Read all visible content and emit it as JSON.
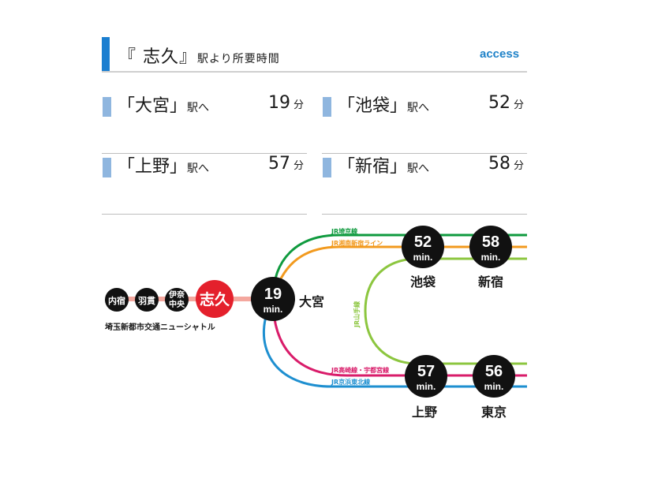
{
  "header": {
    "title_main": "『 志久』",
    "title_sub": "駅より所要時間",
    "access_label": "access"
  },
  "cards": [
    {
      "station": "「大宮」",
      "suffix": "駅へ",
      "minutes": "19",
      "unit": "分"
    },
    {
      "station": "「池袋」",
      "suffix": "駅へ",
      "minutes": "52",
      "unit": "分"
    },
    {
      "station": "「上野」",
      "suffix": "駅へ",
      "minutes": "57",
      "unit": "分"
    },
    {
      "station": "「新宿」",
      "suffix": "駅へ",
      "minutes": "58",
      "unit": "分"
    }
  ],
  "diagram": {
    "colors": {
      "saikyo": "#0f9a3e",
      "shonan": "#f29a1e",
      "yamanote": "#8cc63f",
      "takasaki": "#d91c6a",
      "keihin": "#1e8fd0",
      "newshuttle": "#f4a79e",
      "shiku": "#e4202c",
      "stop": "#111111"
    },
    "small_stops": [
      "内宿",
      "羽貫"
    ],
    "ina_top": "伊奈",
    "ina_bottom": "中央",
    "origin": "志久",
    "origin_line": "埼玉新都市交通ニューシャトル",
    "omiya": {
      "min": "19",
      "unit": "min.",
      "name": "大宮"
    },
    "lines": {
      "saikyo": "JR埼京線",
      "shonan": "JR湘南新宿ライン",
      "yamanote": "JR山手線",
      "takasaki": "JR高崎線・宇都宮線",
      "keihin": "JR京浜東北線"
    },
    "destinations": {
      "ikebukuro": {
        "min": "52",
        "unit": "min.",
        "name": "池袋"
      },
      "shinjuku": {
        "min": "58",
        "unit": "min.",
        "name": "新宿"
      },
      "ueno": {
        "min": "57",
        "unit": "min.",
        "name": "上野"
      },
      "tokyo": {
        "min": "56",
        "unit": "min.",
        "name": "東京"
      }
    }
  }
}
